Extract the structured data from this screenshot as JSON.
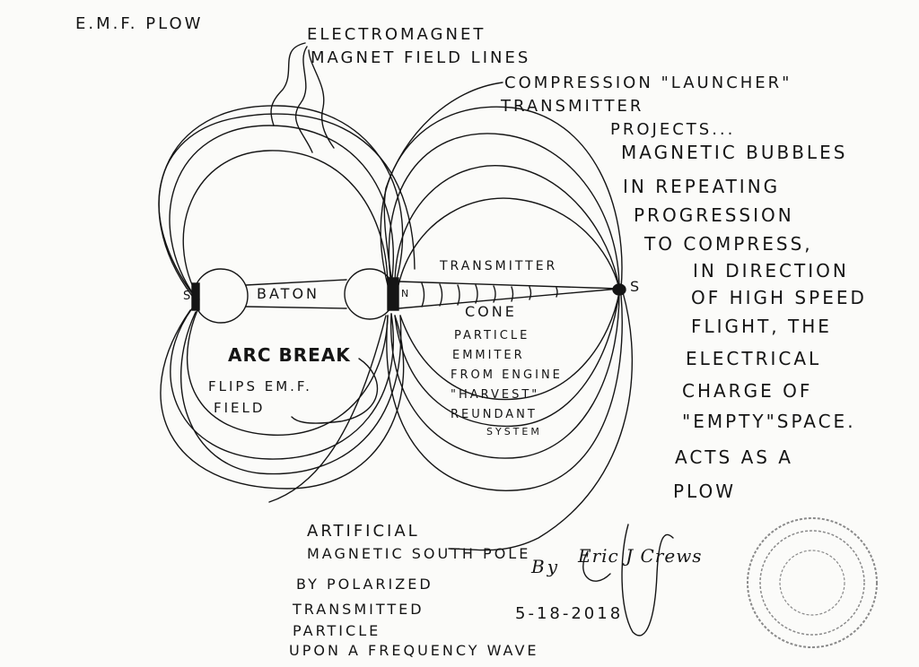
{
  "title": "E.M.F. PLOW",
  "labels": {
    "field_lines_1": "ELECTROMAGNET",
    "field_lines_2": "MAGNET FIELD LINES",
    "compression_1": "COMPRESSION \"LAUNCHER\"",
    "compression_2": "TRANSMITTER",
    "pole_s_left": "S",
    "baton": "BATON",
    "pole_n": "N",
    "transmitter": "TRANSMITTER",
    "cone": "CONE",
    "pole_s_right": "S",
    "arc_break": "ARC BREAK",
    "flips_1": "FLIPS EM.F.",
    "flips_2": "FIELD",
    "particle_1": "PARTICLE",
    "particle_2": "EMMITER",
    "particle_3": "FROM ENGINE",
    "particle_4": "\"HARVEST\"",
    "particle_5": "REUNDANT",
    "particle_6": "SYSTEM"
  },
  "description_lines": [
    "PROJECTS...",
    "MAGNETIC BUBBLES",
    "IN REPEATING",
    "PROGRESSION",
    "TO COMPRESS,",
    "IN DIRECTION",
    "OF HIGH SPEED",
    "FLIGHT, THE",
    "ELECTRICAL",
    "CHARGE OF",
    "\"EMPTY\"SPACE.",
    "ACTS AS A",
    "PLOW"
  ],
  "south_pole_lines": [
    "ARTIFICIAL",
    "MAGNETIC SOUTH POLE",
    "BY POLARIZED",
    "TRANSMITTED",
    "PARTICLE",
    "UPON A FREQUENCY WAVE"
  ],
  "author": {
    "by": "By",
    "signature": "Eric J Crews",
    "date": "5-18-2018"
  },
  "colors": {
    "ink": "#151515",
    "paper": "#fbfbf9",
    "stamp": "#8a8a8a"
  },
  "icons": [
    "notary-stamp"
  ]
}
